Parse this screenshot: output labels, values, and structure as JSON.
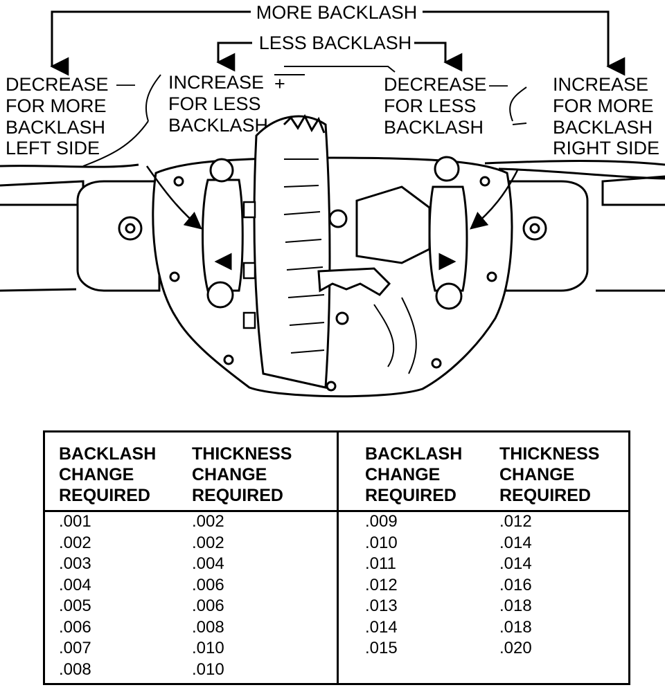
{
  "labels": {
    "more_backlash": "MORE BACKLASH",
    "less_backlash": "LESS BACKLASH",
    "left_outer": [
      "DECREASE",
      "FOR MORE",
      "BACKLASH",
      "LEFT SIDE"
    ],
    "left_inner": [
      "INCREASE",
      "FOR LESS",
      "BACKLASH"
    ],
    "right_inner": [
      "DECREASE",
      "FOR LESS",
      "BACKLASH"
    ],
    "right_outer": [
      "INCREASE",
      "FOR MORE",
      "BACKLASH",
      "RIGHT SIDE"
    ],
    "minus_sign": "—",
    "plus_sign": "+"
  },
  "table": {
    "headers": {
      "backlash": "BACKLASH\nCHANGE\nREQUIRED",
      "thickness": "THICKNESS\nCHANGE\nREQUIRED"
    },
    "left_rows": [
      [
        ".001",
        ".002"
      ],
      [
        ".002",
        ".002"
      ],
      [
        ".003",
        ".004"
      ],
      [
        ".004",
        ".006"
      ],
      [
        ".005",
        ".006"
      ],
      [
        ".006",
        ".008"
      ],
      [
        ".007",
        ".010"
      ],
      [
        ".008",
        ".010"
      ]
    ],
    "right_rows": [
      [
        ".009",
        ".012"
      ],
      [
        ".010",
        ".014"
      ],
      [
        ".011",
        ".014"
      ],
      [
        ".012",
        ".016"
      ],
      [
        ".013",
        ".018"
      ],
      [
        ".014",
        ".018"
      ],
      [
        ".015",
        ".020"
      ]
    ]
  }
}
